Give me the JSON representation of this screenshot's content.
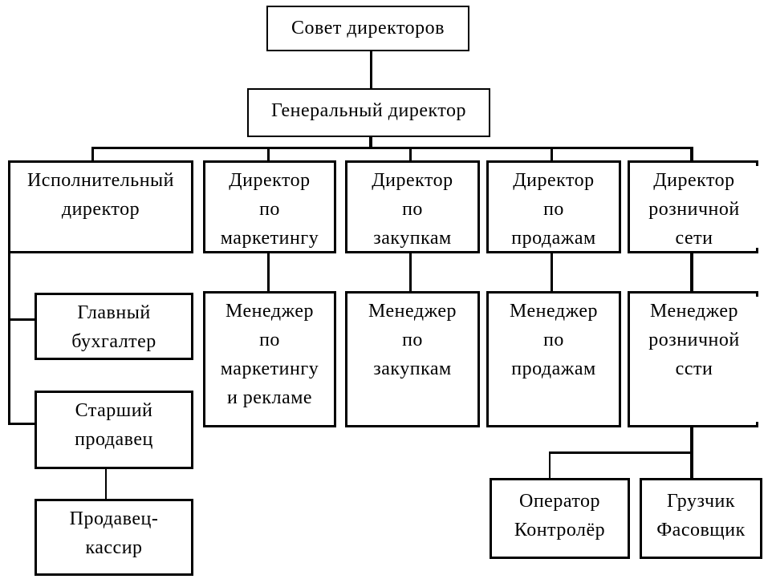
{
  "colors": {
    "line": "#000000",
    "background": "#ffffff",
    "text": "#000000"
  },
  "nodes": {
    "sovet": {
      "label": "Совет директоров"
    },
    "gen": {
      "label": "Генеральный директор"
    },
    "isp": {
      "label": "Исполнительный\nдиректор"
    },
    "dir_marketing": {
      "label": "Директор\nпо\nмаркетингу"
    },
    "dir_zakupki": {
      "label": "Директор\nпо\nзакупкам"
    },
    "dir_prodazhi": {
      "label": "Директор\nпо\nпродажам"
    },
    "dir_roznichnaya": {
      "label": "Директор\nрозничной\nсети"
    },
    "glav_buhgalter": {
      "label": "Главный\nбухгалтер"
    },
    "men_marketing": {
      "label": "Менеджер\nпо\nмаркетингу\nи рекламе"
    },
    "men_zakupki": {
      "label": "Менеджер\nпо\nзакупкам"
    },
    "men_prodazhi": {
      "label": "Менеджер\nпо\nпродажам"
    },
    "men_roznichnaya": {
      "label": "Менеджер\nрозничной\nссти"
    },
    "starshiy_prodavets": {
      "label": "Старший\nпродавец"
    },
    "prodavets_kassir": {
      "label": "Продавец-\nкассир"
    },
    "operator": {
      "label": "Оператор\nКонтролёр"
    },
    "gruzchik": {
      "label": "Грузчик\nФасовщик"
    }
  }
}
